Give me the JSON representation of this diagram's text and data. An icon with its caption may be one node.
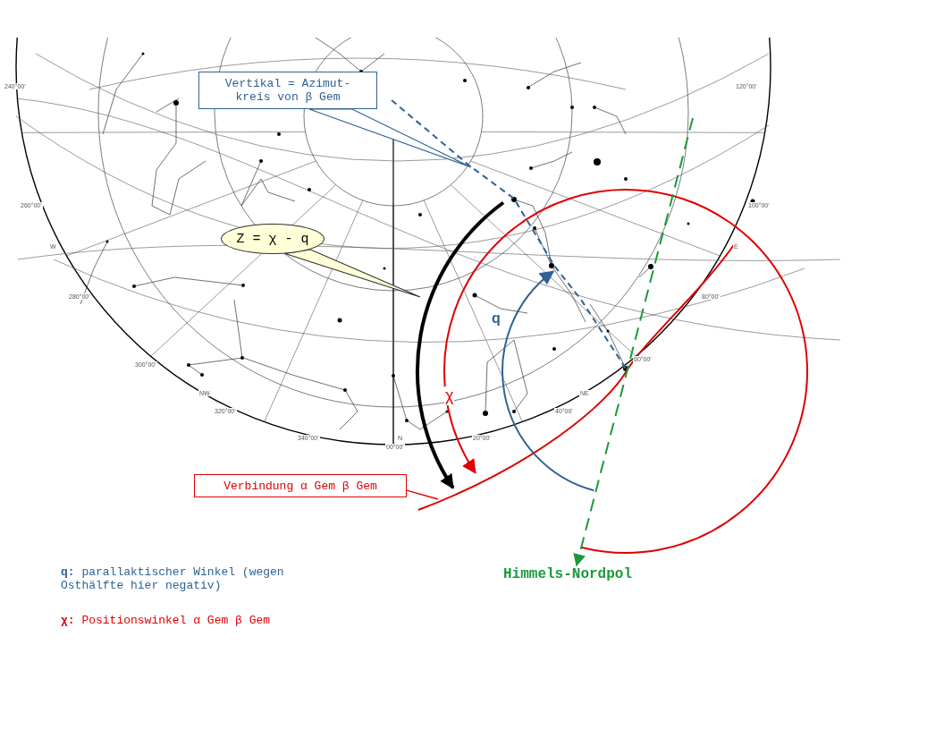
{
  "diagram": {
    "nodes": [
      {
        "text": [
          "Vertikal = Azimut- kreis von β Gem"
        ]
      },
      {
        "text": [
          "Z = χ - q"
        ]
      },
      {
        "text": [
          "Verbindung α Gem β Gem"
        ]
      },
      {
        "text": [
          "Himmels-Nordpol"
        ]
      }
    ],
    "edges": [
      {
        "from": 0,
        "to": null,
        "arrow": "none",
        "color": "#2f6296"
      },
      {
        "from": 1,
        "to": null,
        "arrow": "none",
        "color": "#333333"
      },
      {
        "from": 2,
        "to": null,
        "arrow": "none",
        "color": "#e00000"
      },
      {
        "from": null,
        "to": 3,
        "arrow": "to",
        "style": "dashed",
        "color": "#1a9a3a"
      }
    ],
    "labels": [
      "240°00'",
      "120°00'",
      "260°00'",
      "100°00'",
      "W",
      "E",
      "280°00'",
      "80°00'",
      "q",
      "300°00'",
      "60°00'",
      "NW",
      "NE",
      "χ",
      "320°00'",
      "40°00'",
      "340°00'",
      "N",
      "20°00'",
      "00°00'",
      "**q:** parallaktischer Winkel (wegen Osthälfte hier negativ)",
      "**χ:** Positionswinkel α Gem β Gem"
    ]
  }
}
